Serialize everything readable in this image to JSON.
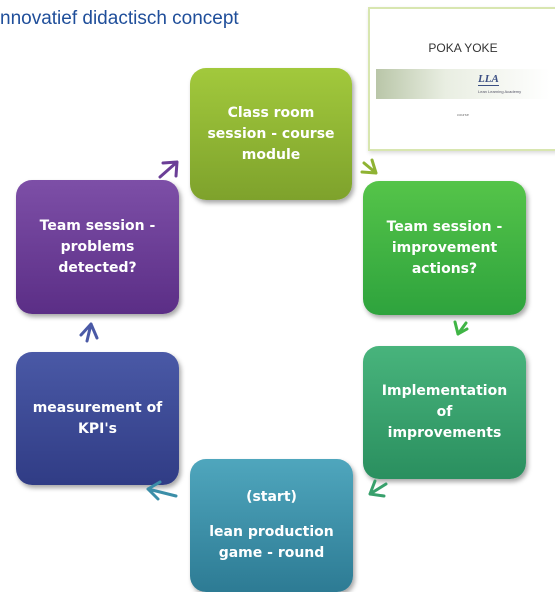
{
  "header": {
    "title": "nnovatief didactisch concept"
  },
  "inset": {
    "title": "POKA YOKE",
    "logo": "LLA",
    "logo_subtitle": "Lean Learning Academy",
    "footer": "course"
  },
  "cycle": {
    "steps": [
      {
        "id": "classroom",
        "lines": [
          "Class room",
          "session - course",
          "module"
        ],
        "color": "#8fb333"
      },
      {
        "id": "team-improvement",
        "lines": [
          "Team session -",
          "improvement",
          "actions?"
        ],
        "color": "#3fb545"
      },
      {
        "id": "implementation",
        "lines": [
          "Implementation",
          "of",
          "improvements"
        ],
        "color": "#38a06c"
      },
      {
        "id": "game-round",
        "lines": [
          "(start)",
          "lean production",
          "game - round"
        ],
        "color": "#3b8ea8"
      },
      {
        "id": "measurement",
        "lines": [
          "measurement of",
          "KPI's"
        ],
        "color": "#3b4896"
      },
      {
        "id": "team-problems",
        "lines": [
          "Team session -",
          "problems",
          "detected?"
        ],
        "color": "#6b3e97"
      }
    ],
    "arrow_color": "#7b6aa8"
  }
}
